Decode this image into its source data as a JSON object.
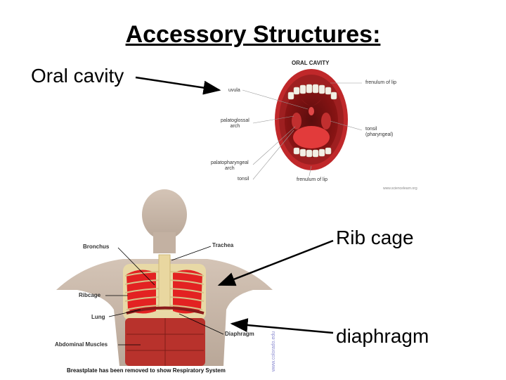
{
  "slide": {
    "title": "Accessory Structures:",
    "callouts": {
      "oral_cavity": "Oral cavity",
      "rib_cage": "Rib cage",
      "diaphragm": "diaphragm"
    }
  },
  "oral_figure": {
    "title": "ORAL CAVITY",
    "labels": {
      "uvula": "uvula",
      "palatoglossal": "palatoglossal\narch",
      "palatopharyngeal": "palatopharyngeal\narch",
      "tonsil_left": "tonsil",
      "frenulum_top": "frenulum of lip",
      "tonsil_right": "tonsil\n(pharyngeal)",
      "frenulum_bottom": "frenulum of lip"
    },
    "credit": "www.sciencelearn.org"
  },
  "resp_figure": {
    "labels": {
      "bronchus": "Bronchus",
      "trachea": "Trachea",
      "ribcage": "Ribcage",
      "lung": "Lung",
      "diaphragm": "Diaphragm",
      "abdominal": "Abdominal Muscles"
    },
    "caption": "Breastplate has been removed to show Respiratory System",
    "watermark": "www.colorado.edu"
  },
  "colors": {
    "lip": "#c0282a",
    "muscle": "#b8322c",
    "lung": "#e32222",
    "bone": "#e8d9a6",
    "skin": "#c9b8a8"
  }
}
